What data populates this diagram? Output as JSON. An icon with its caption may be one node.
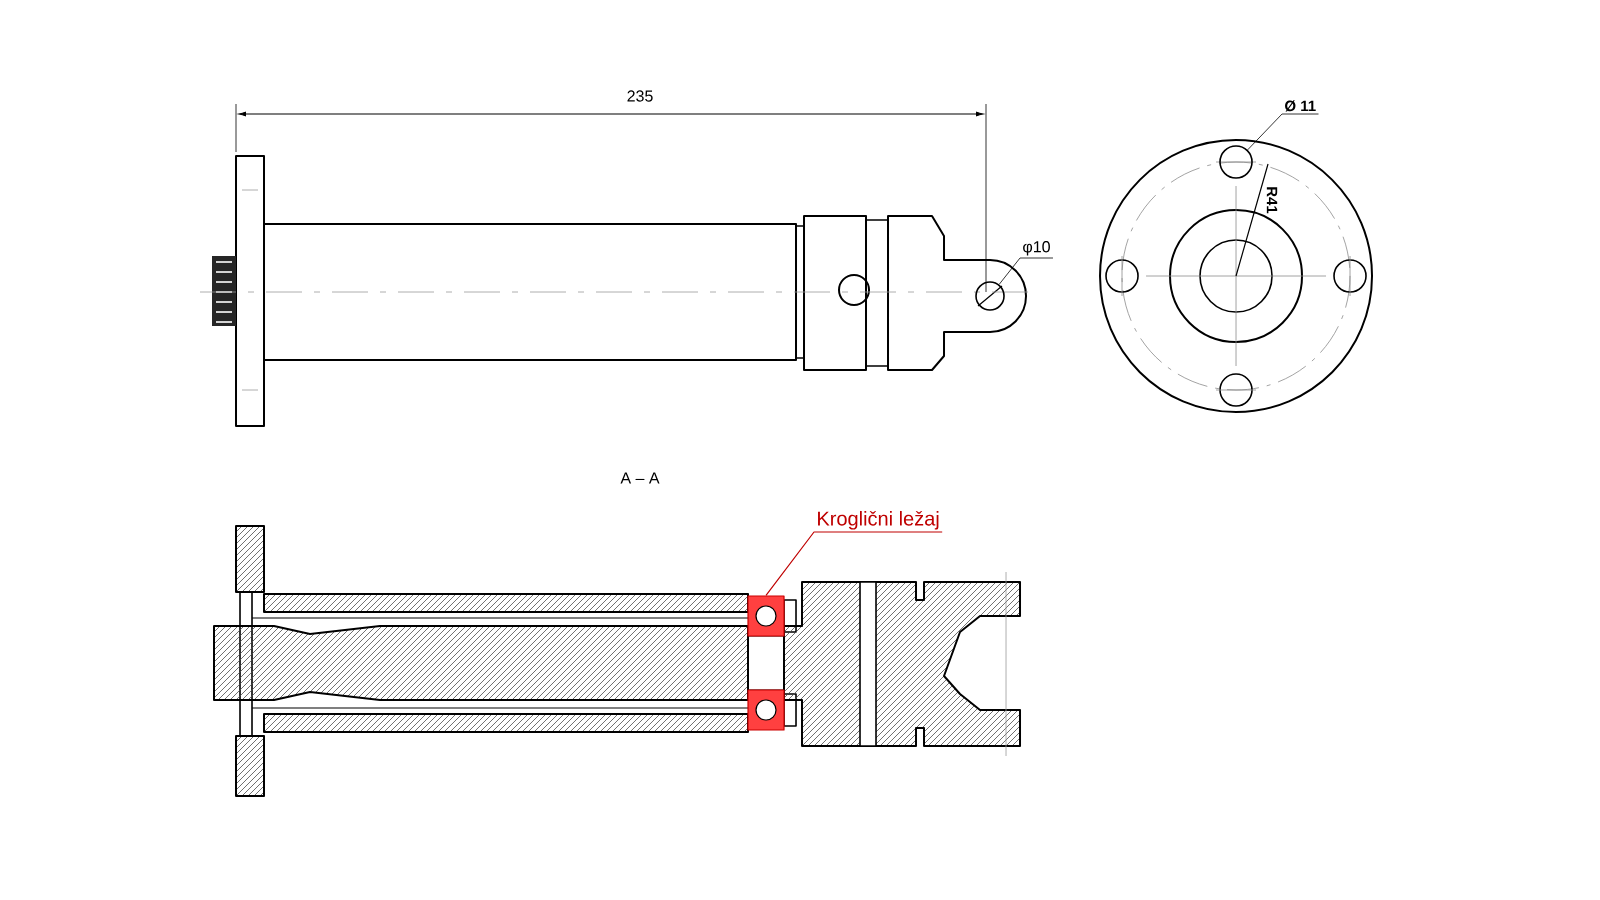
{
  "diagram": {
    "nodes": [
      {
        "text": [
          "Kroglični ležaj"
        ]
      },
      {
        "text": [],
        "shape": "box"
      },
      {
        "text": [
          "φ10"
        ]
      },
      {
        "text": [
          "Ø 11"
        ]
      },
      {
        "text": [],
        "shape": "circle"
      },
      {
        "text": [],
        "shape": "circle"
      }
    ],
    "edges": [
      {
        "from": 0,
        "to": 1,
        "arrow": "none",
        "color": "#bf0000"
      },
      {
        "from": 2,
        "to": 4,
        "arrow": "none"
      },
      {
        "from": 3,
        "to": 5,
        "arrow": "none"
      }
    ],
    "labels": [
      "235",
      "R41",
      "A – A"
    ]
  }
}
